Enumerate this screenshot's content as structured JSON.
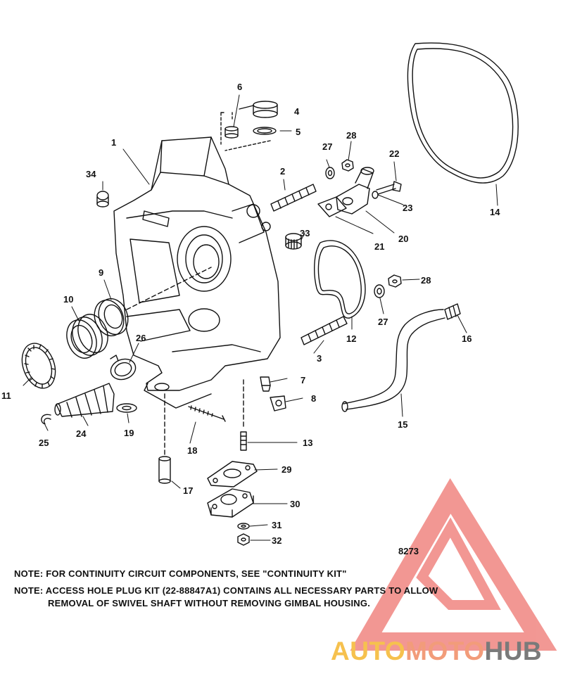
{
  "diagram": {
    "figure_number": "8273",
    "callouts": [
      "1",
      "2",
      "3",
      "4",
      "5",
      "6",
      "7",
      "8",
      "10",
      "9",
      "11",
      "12",
      "13",
      "14",
      "15",
      "16",
      "17",
      "18",
      "19",
      "20",
      "21",
      "22",
      "23",
      "24",
      "25",
      "26",
      "27",
      "27",
      "28",
      "28",
      "29",
      "30",
      "31",
      "32",
      "33",
      "34"
    ],
    "notes": [
      "NOTE:  FOR CONTINUITY CIRCUIT COMPONENTS, SEE \"CONTINUITY KIT\"",
      "NOTE:   ACCESS HOLE PLUG KIT (22-88847A1) CONTAINS ALL NECESSARY PARTS TO ALLOW",
      "REMOVAL OF SWIVEL SHAFT WITHOUT REMOVING GIMBAL HOUSING."
    ]
  },
  "watermark": {
    "part1": "AUTO",
    "part2": "MOTO",
    "part3": "HUB",
    "colors": {
      "yellow": "#f6c14e",
      "salmon": "#f29c7a",
      "gray": "#7a7a7a",
      "red": "#e8433c"
    }
  }
}
